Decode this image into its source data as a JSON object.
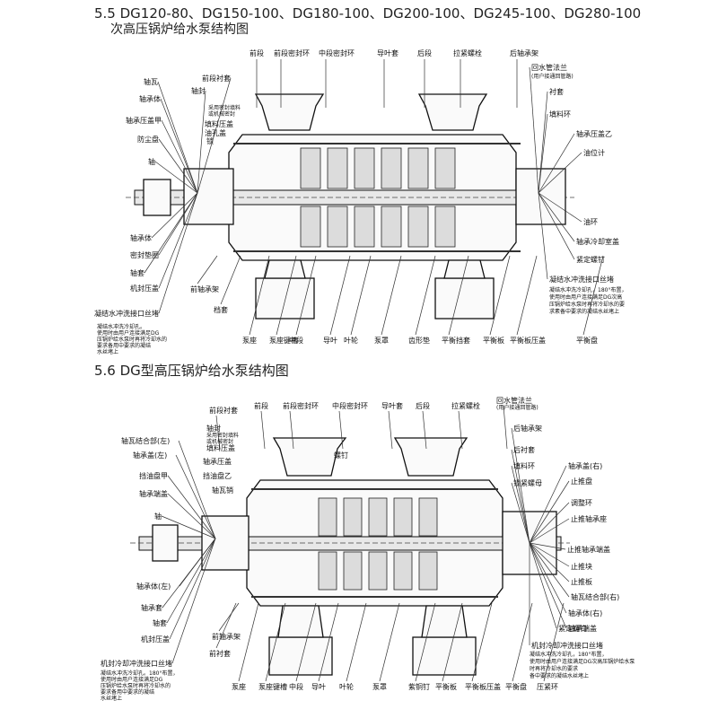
{
  "section1": {
    "title": "5.5 DG120-80、DG150-100、DG180-100、DG200-100、DG245-100、DG280-100",
    "subtitle": "次高压锅炉给水泵结构图",
    "top_labels": [
      "前段",
      "前段密封环",
      "中段密封环",
      "导叶套",
      "后段",
      "拉紧螺栓",
      "后轴承架"
    ],
    "left_labels": [
      "轴瓦",
      "前段衬套",
      "轴承体",
      "轴封",
      "轴承压盖甲",
      "防尘盘",
      "轴",
      "轴承体",
      "密封垫圈",
      "轴套",
      "机封压盖",
      "凝结水冲洗接口丝堵"
    ],
    "left_notes": [
      "采用密封填料",
      "或机械密封",
      "填料压盖",
      "油孔盖",
      "锁"
    ],
    "right_labels": [
      "回水管法兰",
      "(用户接通回管路)",
      "衬套",
      "填料环",
      "轴承压盖乙",
      "油位计",
      "油环",
      "轴承冷却室盖",
      "紧定螺钉",
      "凝结水冲洗接口丝堵"
    ],
    "bottom_labels": [
      "前轴承架",
      "档套",
      "泵座",
      "泵座键槽",
      "中段",
      "导叶",
      "叶轮",
      "泵罩",
      "齿形垫",
      "平衡挡套",
      "平衡板",
      "平衡板压盖",
      "平衡盘"
    ],
    "left_bottom_note": [
      "凝结水冲洗冷却孔。",
      "使用时由用户连接满足DG",
      "压锅炉给水泵时再将冷却水的",
      "要求备用中要求的凝结",
      "水丝堵上"
    ],
    "right_bottom_note": [
      "凝结水冲洗冷却孔，180°布置，",
      "使用时由用户连接满足DG次高",
      "压锅炉给水泵时再将冷却水的要",
      "求素备中要求的凝结水丝堵上"
    ]
  },
  "section2": {
    "title": "5.6 DG型高压锅炉给水泵结构图",
    "top_labels": [
      "前段衬套",
      "前段",
      "前段密封环",
      "中段密封环",
      "导叶套",
      "后段",
      "拉紧螺栓",
      "回水管法兰",
      "(用户接通回管路)"
    ],
    "left_labels": [
      "轴瓦结合部(左)",
      "轴承盖(左)",
      "挡油盘甲",
      "轴承端盖",
      "轴",
      "轴承体(左)",
      "轴承套",
      "轴套",
      "机封压盖",
      "机封冷却冲洗接口丝堵"
    ],
    "left_notes": [
      "轴封",
      "采用密封填料",
      "或机械密封",
      "填料压盖",
      "轴承压盖",
      "挡油盘乙",
      "轴瓦销",
      "螺钉"
    ],
    "right_labels": [
      "后轴承架",
      "后衬套",
      "填料环",
      "锁紧螺母",
      "轴承盖(右)",
      "止推盘",
      "调整环",
      "止推轴承座",
      "止推轴承端盖",
      "止推块",
      "止推板",
      "轴瓦结合部(右)",
      "轴承体(右)",
      "轴承端盖",
      "紧定螺钉",
      "机封冷却冲洗接口丝堵"
    ],
    "bottom_labels": [
      "前轴承架",
      "前衬套",
      "泵座",
      "泵座键槽",
      "中段",
      "导叶",
      "叶轮",
      "泵罩",
      "紫铜钉",
      "平衡板",
      "平衡板压盖",
      "平衡盘",
      "压紧环"
    ],
    "left_bottom_note": [
      "凝结水冲洗冷却孔。180°布置，",
      "使用时由用户连接满足DG",
      "压锅炉给水泵时再将冷却水的",
      "要求备用中要求的凝结",
      "水丝堵上"
    ],
    "right_bottom_note": [
      "凝结水冲洗冷却孔，180°布置，",
      "使用时由用户连接满足DG次高压锅炉给水泵",
      "时再将冷却水的要求",
      "备中要求的凝结水丝堵上"
    ]
  }
}
